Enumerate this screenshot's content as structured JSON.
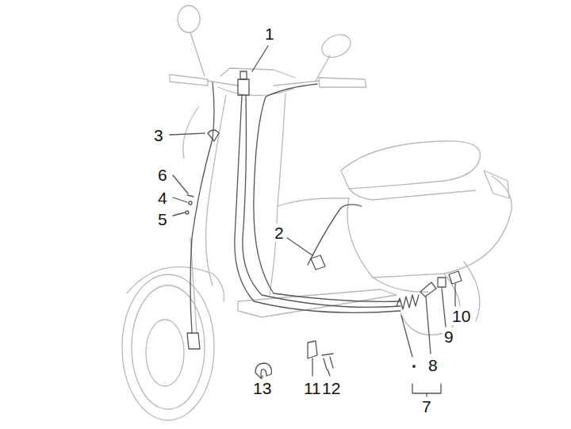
{
  "diagram": {
    "labels": [
      "1",
      "3",
      "6",
      "4",
      "2",
      "5",
      "10",
      "9",
      "8",
      "13",
      "11",
      "12",
      "7"
    ]
  }
}
